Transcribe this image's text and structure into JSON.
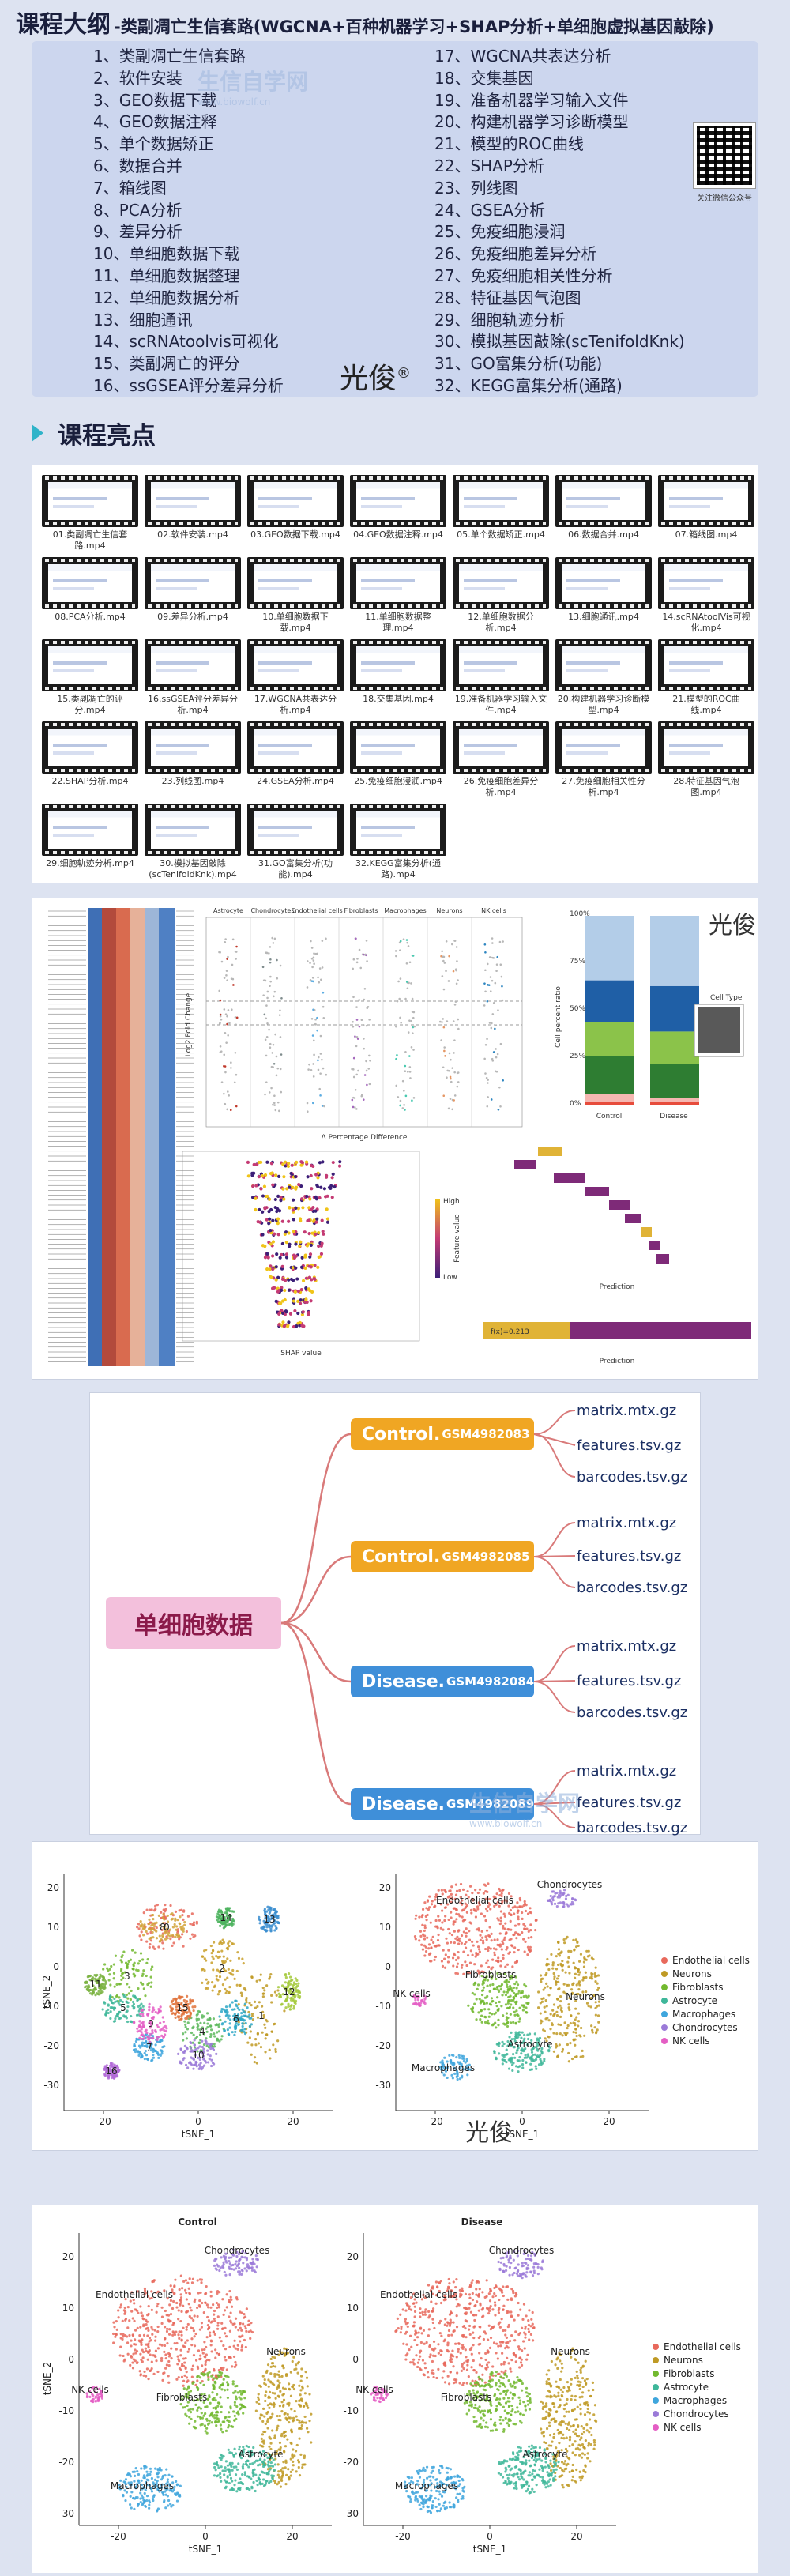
{
  "header": {
    "title": "课程大纲",
    "subtitle": "-类副凋亡生信套路(WGCNA+百种机器学习+SHAP分析+单细胞虚拟基因敲除)"
  },
  "outline_left": [
    "1、类副凋亡生信套路",
    "2、软件安装",
    "3、GEO数据下载",
    "4、GEO数据注释",
    "5、单个数据矫正",
    "6、数据合并",
    "7、箱线图",
    "8、PCA分析",
    "9、差异分析",
    "10、单细胞数据下载",
    "11、单细胞数据整理",
    "12、单细胞数据分析",
    "13、细胞通讯",
    "14、scRNAtoolvis可视化",
    "15、类副凋亡的评分",
    "16、ssGSEA评分差异分析"
  ],
  "outline_right": [
    "17、WGCNA共表达分析",
    "18、交集基因",
    "19、准备机器学习输入文件",
    "20、构建机器学习诊断模型",
    "21、模型的ROC曲线",
    "22、SHAP分析",
    "23、列线图",
    "24、GSEA分析",
    "25、免疫细胞浸润",
    "26、免疫细胞差异分析",
    "27、免疫细胞相关性分析",
    "28、特征基因气泡图",
    "29、细胞轨迹分析",
    "30、模拟基因敲除(scTenifoldKnk)",
    "31、GO富集分析(功能)",
    "32、KEGG富集分析(通路)"
  ],
  "brand": {
    "name": "光俊",
    "reg": "®",
    "qr_caption": "关注微信公众号"
  },
  "watermark": {
    "cn": "生信自学网",
    "url": "www.biowolf.cn"
  },
  "highlights": {
    "title": "课程亮点"
  },
  "videos": [
    "01.类副凋亡生信套路.mp4",
    "02.软件安装.mp4",
    "03.GEO数据下载.mp4",
    "04.GEO数据注释.mp4",
    "05.单个数据矫正.mp4",
    "06.数据合并.mp4",
    "07.箱线图.mp4",
    "08.PCA分析.mp4",
    "09.差异分析.mp4",
    "10.单细胞数据下载.mp4",
    "11.单细胞数据整理.mp4",
    "12.单细胞数据分析.mp4",
    "13.细胞通讯.mp4",
    "14.scRNAtoolVis可视化.mp4",
    "15.类副凋亡的评分.mp4",
    "16.ssGSEA评分差异分析.mp4",
    "17.WGCNA共表达分析.mp4",
    "18.交集基因.mp4",
    "19.准备机器学习输入文件.mp4",
    "20.构建机器学习诊断模型.mp4",
    "21.模型的ROC曲线.mp4",
    "22.SHAP分析.mp4",
    "23.列线图.mp4",
    "24.GSEA分析.mp4",
    "25.免疫细胞浸润.mp4",
    "26.免疫细胞差异分析.mp4",
    "27.免疫细胞相关性分析.mp4",
    "28.特征基因气泡图.mp4",
    "29.细胞轨迹分析.mp4",
    "30.模拟基因敲除(scTenifoldKnk).mp4",
    "31.GO富集分析(功能).mp4",
    "32.KEGG富集分析(通路).mp4"
  ],
  "analysis_figure": {
    "volcano_groups": [
      "Astrocyte",
      "Chondrocytes",
      "Endothelial cells",
      "Fibroblasts",
      "Macrophages",
      "Neurons",
      "NK cells"
    ],
    "volcano_ylabel": "Log2 Fold Change",
    "volcano_xlabel": "Δ Percentage Difference",
    "bar_ylabel": "Cell percent ratio",
    "bar_groups": [
      "Control",
      "Disease"
    ],
    "bar_ticks": [
      "0%",
      "25%",
      "50%",
      "75%",
      "100%"
    ],
    "bar_legend_title": "Cell Type",
    "shap_xlabel": "SHAP value",
    "shap_ylabel": "Feature value",
    "shap_scale": [
      "High",
      "Low"
    ],
    "waterfall_xlabel": "Prediction",
    "force_xlabel": "Prediction",
    "force_value": "f(x)=0.213"
  },
  "single_cell": {
    "title": "单细胞数据",
    "groups": [
      {
        "name": "Control.",
        "gsm": "GSM4982083",
        "color": "orange"
      },
      {
        "name": "Control.",
        "gsm": "GSM4982085",
        "color": "orange"
      },
      {
        "name": "Disease.",
        "gsm": "GSM4982084",
        "color": "blue"
      },
      {
        "name": "Disease.",
        "gsm": "GSM4982089",
        "color": "blue"
      }
    ],
    "files": [
      "matrix.mtx.gz",
      "features.tsv.gz",
      "barcodes.tsv.gz"
    ]
  },
  "tsne": {
    "xlabel": "tSNE_1",
    "ylabel": "tSNE_2",
    "x_ticks": [
      "-20",
      "0",
      "20"
    ],
    "y_ticks": [
      "20",
      "10",
      "0",
      "-10",
      "-20",
      "-30"
    ],
    "clusters": [
      "0",
      "1",
      "2",
      "3",
      "4",
      "5",
      "6",
      "7",
      "8",
      "9",
      "10",
      "11",
      "12",
      "13",
      "14",
      "15",
      "16"
    ],
    "legend": [
      {
        "name": "Endothelial cells",
        "color": "#e8695c"
      },
      {
        "name": "Neurons",
        "color": "#bf9a25"
      },
      {
        "name": "Fibroblasts",
        "color": "#72b92f"
      },
      {
        "name": "Astrocyte",
        "color": "#3fb79a"
      },
      {
        "name": "Macrophages",
        "color": "#3fa6dd"
      },
      {
        "name": "Chondrocytes",
        "color": "#9b7ad8"
      },
      {
        "name": "NK cells",
        "color": "#e45ec4"
      }
    ],
    "cell_labels": [
      "Chondrocytes",
      "Endothelial cells",
      "Fibroblasts",
      "Neurons",
      "Astrocyte",
      "Macrophages",
      "NK cells"
    ],
    "split_titles": [
      "Control",
      "Disease"
    ]
  }
}
